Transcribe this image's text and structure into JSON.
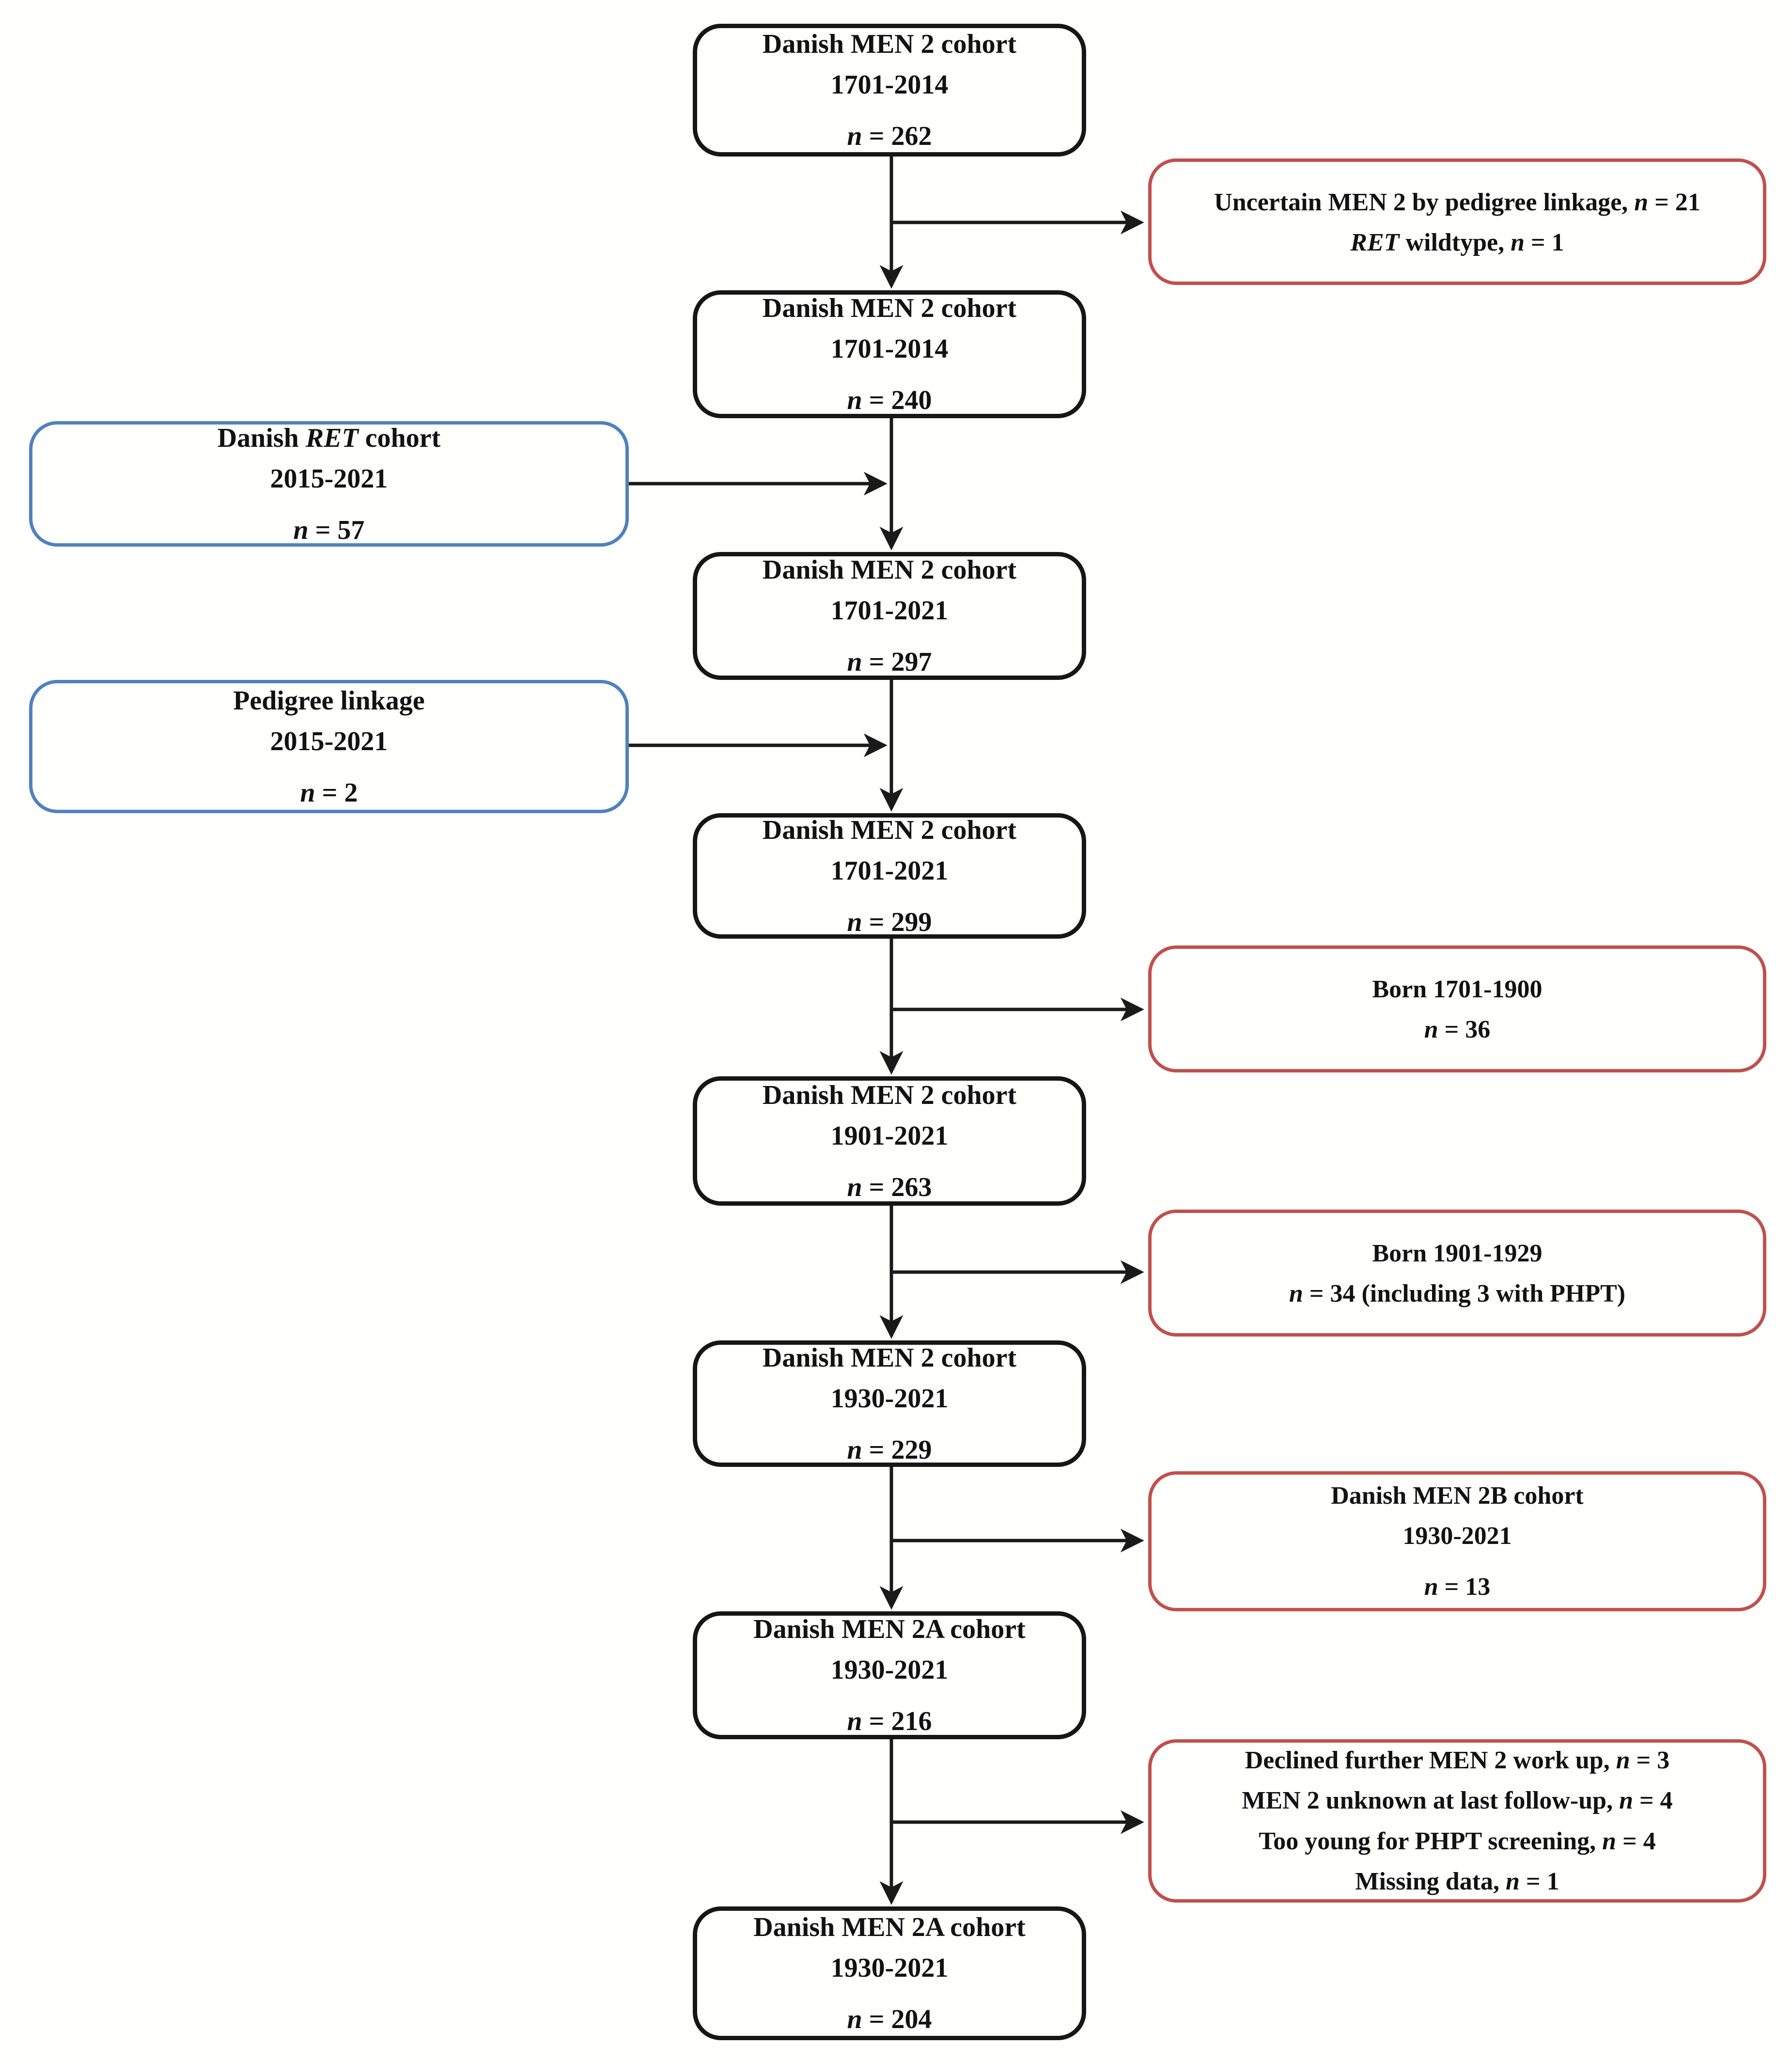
{
  "title": "Danish MEN 2 cohort flow diagram",
  "colors": {
    "main_border": "#161616",
    "inclusion_border": "#4f81bd",
    "exclusion_border": "#c0504d",
    "arrow": "#1a1a1a",
    "background": "#fffffd"
  },
  "nodes": {
    "main1": {
      "line1": "Danish MEN 2 cohort",
      "line2": "1701-2014",
      "n_var": "n",
      "n_val": " = 262"
    },
    "main2": {
      "line1": "Danish MEN 2 cohort",
      "line2": "1701-2014",
      "n_var": "n",
      "n_val": " = 240"
    },
    "main3": {
      "line1": "Danish MEN 2 cohort",
      "line2": "1701-2021",
      "n_var": "n",
      "n_val": " = 297"
    },
    "main4": {
      "line1": "Danish MEN 2 cohort",
      "line2": "1701-2021",
      "n_var": "n",
      "n_val": " = 299"
    },
    "main5": {
      "line1": "Danish MEN 2 cohort",
      "line2": "1901-2021",
      "n_var": "n",
      "n_val": " = 263"
    },
    "main6": {
      "line1": "Danish MEN 2 cohort",
      "line2": "1930-2021",
      "n_var": "n",
      "n_val": " = 229"
    },
    "main7": {
      "line1": "Danish MEN 2A cohort",
      "line2": "1930-2021",
      "n_var": "n",
      "n_val": " = 216"
    },
    "main8": {
      "line1": "Danish MEN 2A cohort",
      "line2": "1930-2021",
      "n_var": "n",
      "n_val": " = 204"
    },
    "blue1": {
      "l1a": "Danish ",
      "l1it": "RET",
      "l1b": " cohort",
      "line2": "2015-2021",
      "n_var": "n",
      "n_val": " = 57"
    },
    "blue2": {
      "line1": "Pedigree linkage",
      "line2": "2015-2021",
      "n_var": "n",
      "n_val": " = 2"
    },
    "red1": {
      "l1a": "Uncertain MEN 2 by pedigree linkage, ",
      "l1n": "n",
      "l1b": " = 21",
      "l2it": "RET",
      "l2a": " wildtype, ",
      "l2n": "n",
      "l2b": " = 1"
    },
    "red2": {
      "line1": "Born 1701-1900",
      "n_var": "n",
      "n_val": " = 36"
    },
    "red3": {
      "line1": "Born 1901-1929",
      "n_var": "n",
      "n_val": " = 34 (including 3 with PHPT)"
    },
    "red4": {
      "line1": "Danish MEN 2B cohort",
      "line2": "1930-2021",
      "n_var": "n",
      "n_val": " = 13"
    },
    "red5": {
      "l1a": "Declined further MEN 2 work up, ",
      "l1n": "n",
      "l1b": " = 3",
      "l2a": "MEN 2 unknown at last follow-up, ",
      "l2n": "n",
      "l2b": " = 4",
      "l3a": "Too young for PHPT screening, ",
      "l3n": "n",
      "l3b": " = 4",
      "l4a": "Missing data, ",
      "l4n": "n",
      "l4b": " = 1"
    }
  },
  "edges": [
    {
      "from": "main1",
      "to": "main2"
    },
    {
      "from": "main1",
      "to": "red1"
    },
    {
      "from": "blue1",
      "to": "main3"
    },
    {
      "from": "main2",
      "to": "main3"
    },
    {
      "from": "blue2",
      "to": "main4"
    },
    {
      "from": "main3",
      "to": "main4"
    },
    {
      "from": "main4",
      "to": "main5"
    },
    {
      "from": "main4",
      "to": "red2"
    },
    {
      "from": "main5",
      "to": "main6"
    },
    {
      "from": "main5",
      "to": "red3"
    },
    {
      "from": "main6",
      "to": "main7"
    },
    {
      "from": "main6",
      "to": "red4"
    },
    {
      "from": "main7",
      "to": "main8"
    },
    {
      "from": "main7",
      "to": "red5"
    }
  ]
}
